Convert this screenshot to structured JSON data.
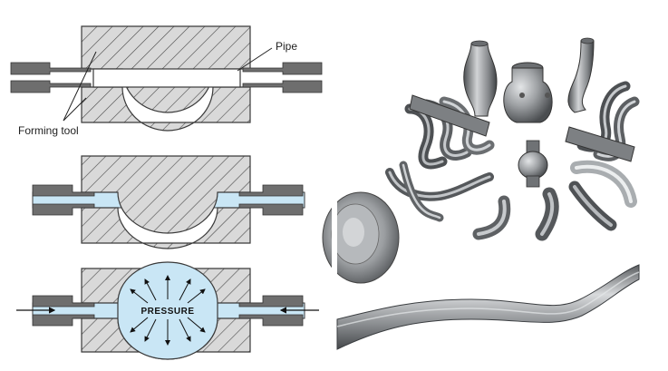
{
  "diagram": {
    "labels": {
      "pipe": "Pipe",
      "forming_tool": "Forming tool",
      "pressure": "PRESSURE"
    },
    "stages": [
      {
        "name": "empty-die"
      },
      {
        "name": "filled-die"
      },
      {
        "name": "pressurized-die"
      }
    ]
  },
  "photo": {
    "subject": "hydroformed metal parts",
    "parts": [
      "exhaust-header",
      "exhaust-header",
      "bulged-tube",
      "bulged-tube",
      "vessel",
      "bulb-fitting",
      "bent-tube",
      "elbow",
      "elbow",
      "curved-pipe",
      "curved-pipe",
      "dish",
      "long-rail"
    ]
  },
  "colors": {
    "die_fill": "#d9d9d9",
    "die_hatch": "#4a4a4a",
    "fluid": "#c9e6f5",
    "metal": "#8a8d90",
    "outline": "#3a3a3a"
  }
}
